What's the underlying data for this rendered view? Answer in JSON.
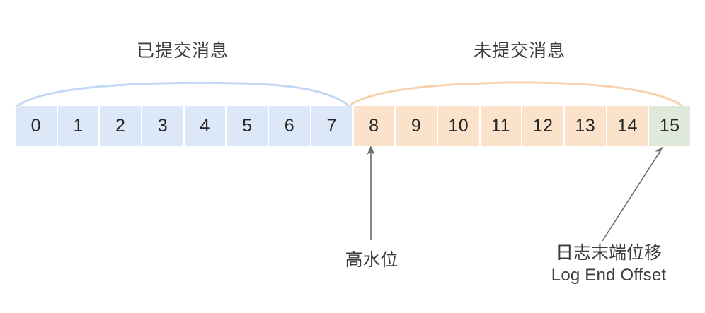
{
  "diagram": {
    "title_committed": "已提交消息",
    "title_uncommitted": "未提交消息",
    "cells": [
      {
        "label": "0",
        "state": "committed"
      },
      {
        "label": "1",
        "state": "committed"
      },
      {
        "label": "2",
        "state": "committed"
      },
      {
        "label": "3",
        "state": "committed"
      },
      {
        "label": "4",
        "state": "committed"
      },
      {
        "label": "5",
        "state": "committed"
      },
      {
        "label": "6",
        "state": "committed"
      },
      {
        "label": "7",
        "state": "committed"
      },
      {
        "label": "8",
        "state": "uncommitted"
      },
      {
        "label": "9",
        "state": "uncommitted"
      },
      {
        "label": "10",
        "state": "uncommitted"
      },
      {
        "label": "11",
        "state": "uncommitted"
      },
      {
        "label": "12",
        "state": "uncommitted"
      },
      {
        "label": "13",
        "state": "uncommitted"
      },
      {
        "label": "14",
        "state": "uncommitted"
      },
      {
        "label": "15",
        "state": "leo"
      }
    ],
    "annotations": {
      "high_watermark": "高水位",
      "log_end_offset_cn": "日志末端位移",
      "log_end_offset_en": "Log End Offset"
    },
    "colors": {
      "committed_fill": "#dce7f8",
      "uncommitted_fill": "#fbe3cb",
      "leo_fill": "#dfe9d9",
      "committed_brace": "#c3d8f2",
      "uncommitted_brace": "#f7d2ae",
      "arrow": "#6b6b6b",
      "text": "#3c3c3c",
      "background": "#ffffff"
    }
  }
}
